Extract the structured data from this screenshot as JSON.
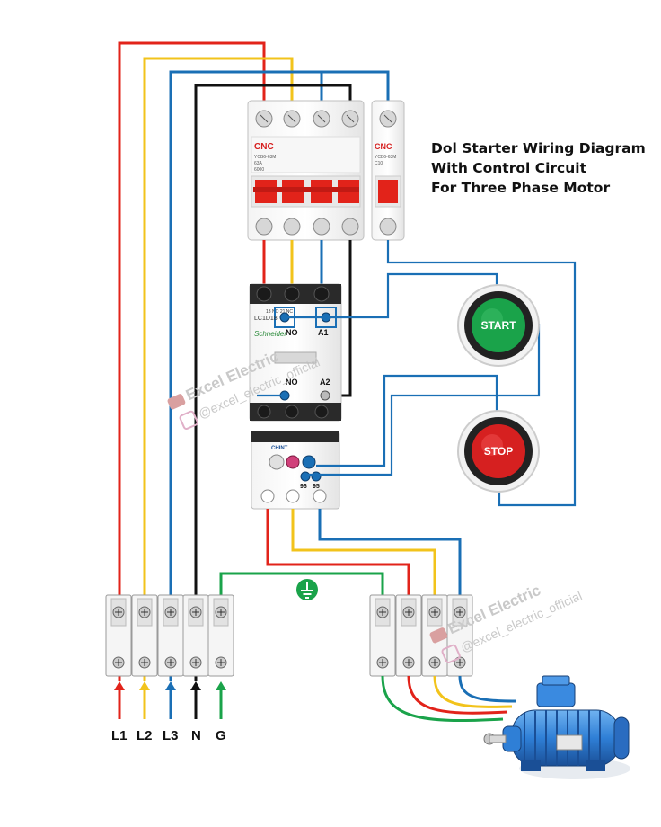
{
  "title": {
    "line1": "Dol Starter Wiring Diagram",
    "line2": "With Control Circuit",
    "line3": "For Three Phase Motor"
  },
  "mcb4p": {
    "brand": "CNC",
    "model": "YCB6-63M",
    "rating": "63A",
    "spec": "6000"
  },
  "mcb1p": {
    "brand": "CNC",
    "model": "YCB6-63M",
    "rating": "C10"
  },
  "contactor": {
    "model": "LC1D18",
    "brand": "Schneider",
    "no_top": "NO",
    "a1": "A1",
    "no_bottom": "NO",
    "a2": "A2",
    "aux_labels": "13  NO  21  NC"
  },
  "overload": {
    "brand": "CHINT",
    "t96": "96",
    "t95": "95"
  },
  "buttons": {
    "start": "START",
    "stop": "STOP"
  },
  "supply_labels": [
    "L1",
    "L2",
    "L3",
    "N",
    "G"
  ],
  "watermark": {
    "name": "Excel Electric",
    "handle": "@excel_electric_official"
  },
  "colors": {
    "l1": "#e2231a",
    "l2": "#f2c31b",
    "l3": "#1a6fb5",
    "neutral": "#111111",
    "earth": "#1aa34a",
    "control": "#1a6fb5",
    "start": "#1aa34a",
    "stop": "#d62020",
    "motor": "#2f7fd6"
  }
}
